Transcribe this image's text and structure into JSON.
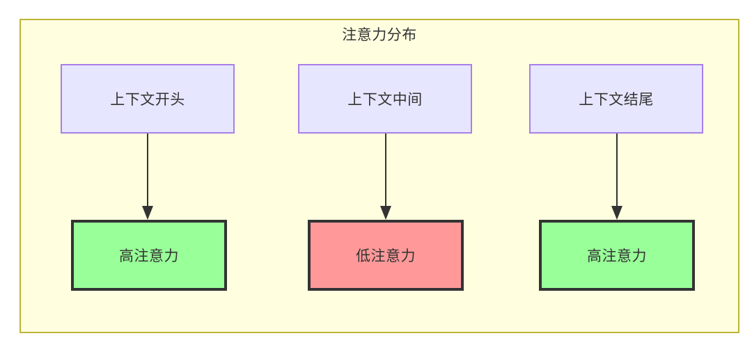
{
  "diagram": {
    "title": "注意力分布",
    "colors": {
      "container_fill": "#FFFFE0",
      "container_border": "#BDB437",
      "source_fill": "#E6E6FF",
      "source_border": "#A97FE8",
      "high_fill": "#99FF99",
      "low_fill": "#FF9999",
      "node_border": "#333333",
      "edge": "#333333",
      "text": "#333333"
    },
    "columns": [
      {
        "source_label": "上下文开头",
        "result_label": "高注意力",
        "result_level": "high"
      },
      {
        "source_label": "上下文中间",
        "result_label": "低注意力",
        "result_level": "low"
      },
      {
        "source_label": "上下文结尾",
        "result_label": "高注意力",
        "result_level": "high"
      }
    ]
  }
}
